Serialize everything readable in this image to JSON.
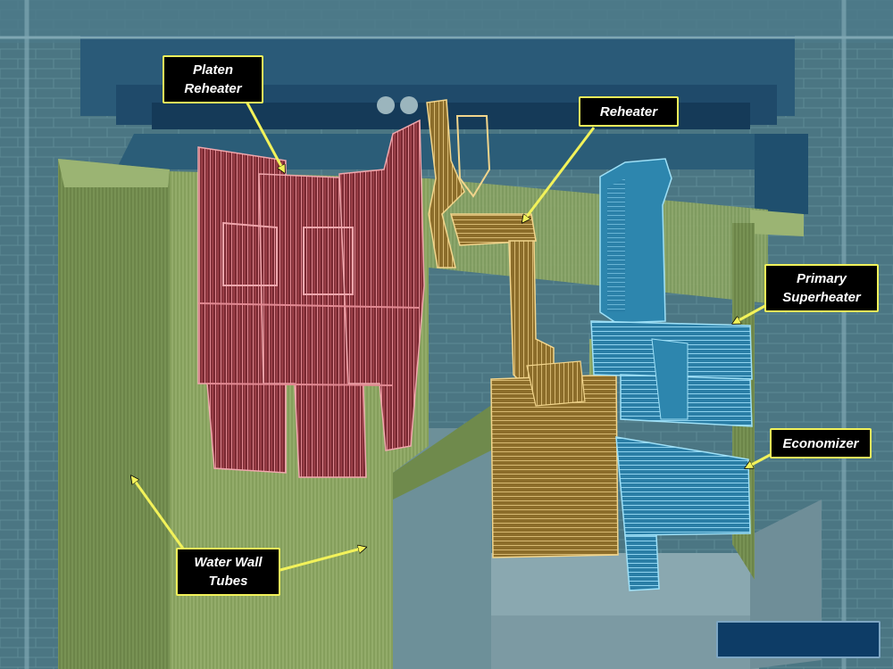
{
  "labels": {
    "platen_reheater": [
      "Platen",
      "Reheater"
    ],
    "reheater": [
      "Reheater"
    ],
    "primary_superheater": [
      "Primary",
      "Superheater"
    ],
    "economizer": [
      "Economizer"
    ],
    "water_wall_tubes": [
      "Water Wall",
      "Tubes"
    ]
  },
  "colors": {
    "platen_reheater": "#b84b55",
    "reheater": "#b4903a",
    "superheater": "#3ea3c8",
    "economizer": "#3f8fc0",
    "water_wall": "#7e9a55",
    "callout_border": "#f2f25a",
    "callout_bg": "#000000",
    "background": "#4a7584"
  },
  "icons": {
    "callout_arrow": "arrow-icon"
  }
}
